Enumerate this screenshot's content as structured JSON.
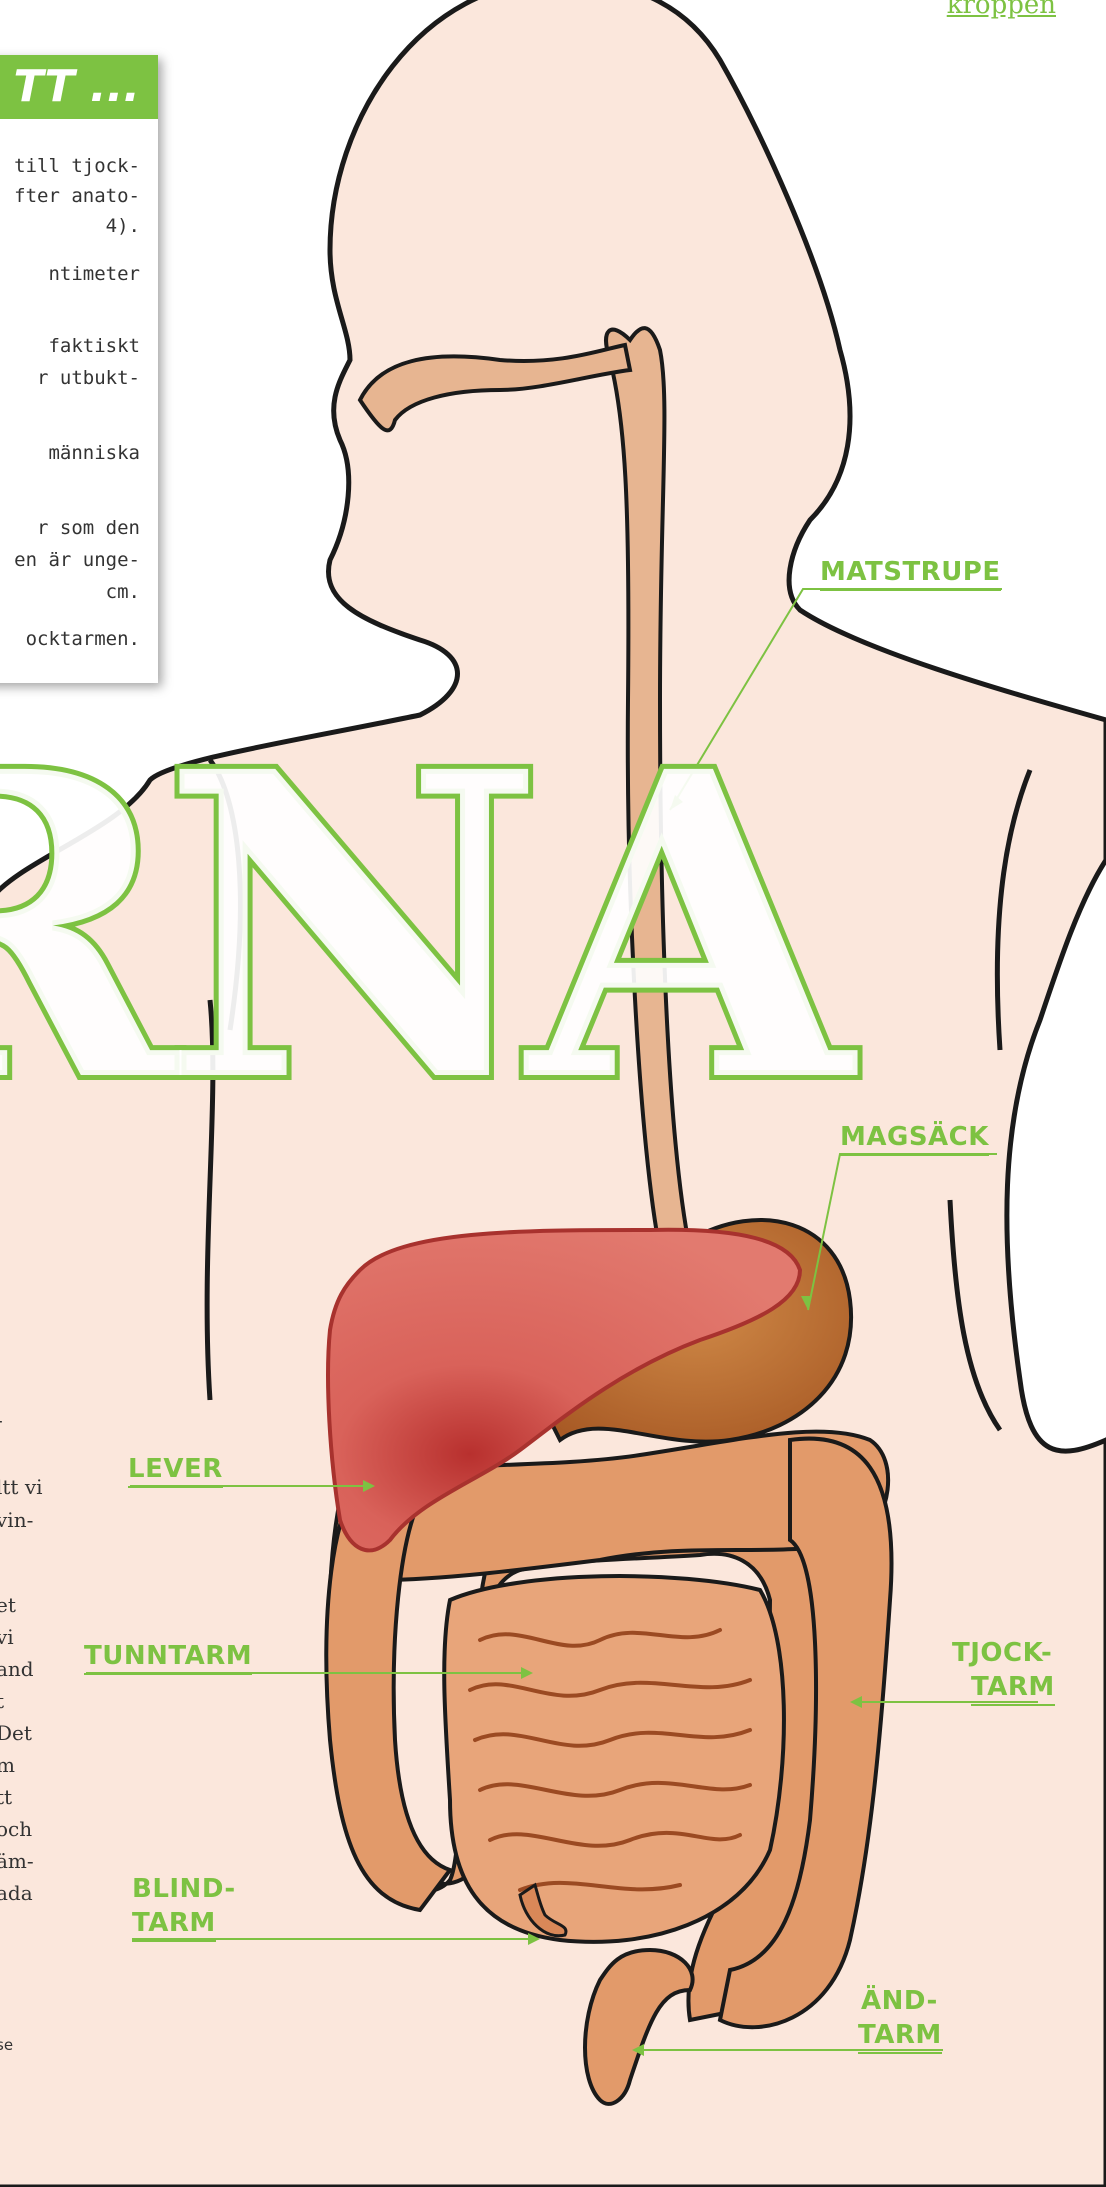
{
  "header": {
    "section": "kroppen"
  },
  "factbox": {
    "title": "TT ...",
    "lines": [
      "till tjock-",
      "fter anato-",
      "4).",
      "ntimeter",
      "faktiskt",
      "r utbukt-",
      "människa",
      "r som den",
      "en är unge-",
      "cm.",
      "ocktarmen."
    ]
  },
  "headline": {
    "text": "RNA"
  },
  "labels": {
    "esophagus": "MATSTRUPE",
    "stomach": "MAGSÄCK",
    "liver": "LEVER",
    "small_intestine": "TUNNTARM",
    "large_intestine_1": "TJOCK-",
    "large_intestine_2": "TARM",
    "appendix_1": "BLIND-",
    "appendix_2": "TARM",
    "rectum_1": "ÄND-",
    "rectum_2": "TARM"
  },
  "body_text": {
    "lines": [
      "-",
      "ltt vi",
      "vin-",
      "",
      "",
      "et",
      "vi",
      "and",
      "t",
      "Det",
      "m",
      "tt",
      "och",
      "äm-",
      "ada",
      "",
      "",
      "se"
    ]
  },
  "colors": {
    "accent": "#7dc242",
    "skin": "#fbe7dc",
    "outline": "#1a1a1a"
  }
}
